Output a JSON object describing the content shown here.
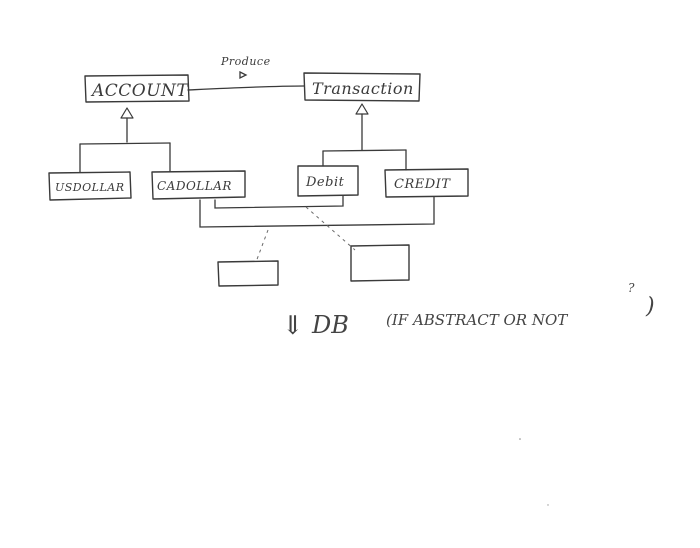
{
  "diagram": {
    "association_label": "Produce",
    "classes": {
      "account": "ACCOUNT",
      "transaction": "Transaction",
      "usdollar": "USDOLLAR",
      "cadollar": "CADOLLAR",
      "debit": "Debit",
      "credit": "CREDIT"
    },
    "note": {
      "arrow": "⇓",
      "db": "DB",
      "text": "(IF ABSTRACT OR NOT",
      "superscript": "?",
      "close": ")"
    }
  }
}
